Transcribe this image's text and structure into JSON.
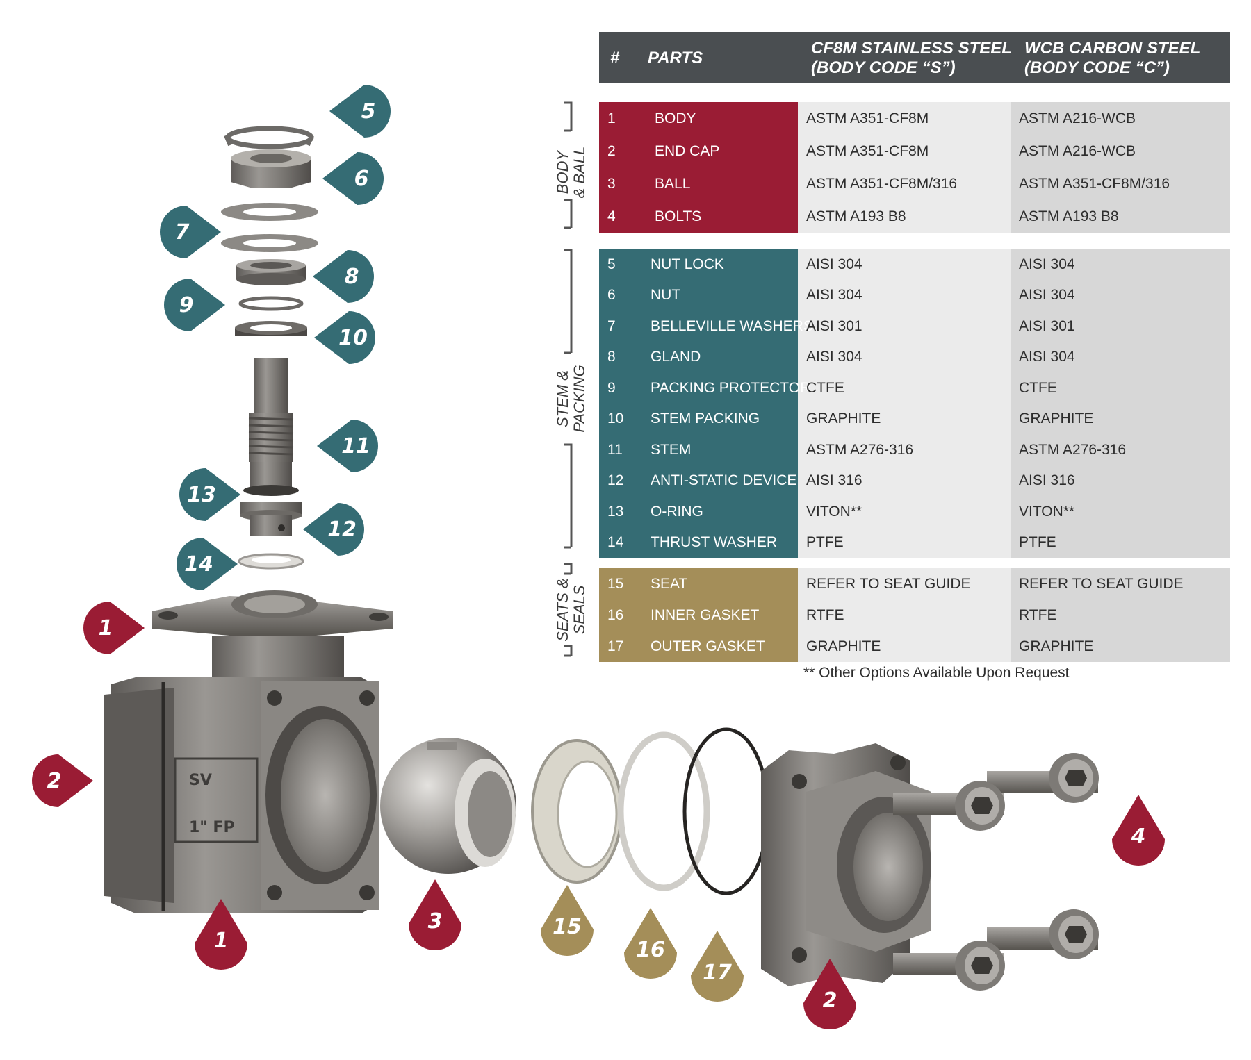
{
  "table": {
    "header": {
      "num": "#",
      "parts": "PARTS",
      "ss_line1": "CF8M STAINLESS STEEL",
      "ss_line2": "(BODY CODE “S”)",
      "cs_line1": "WCB CARBON STEEL",
      "cs_line2": "(BODY CODE “C”)"
    },
    "groups": [
      {
        "label_line1": "BODY",
        "label_line2": "& BALL",
        "color": "#9a1c34",
        "rows": [
          {
            "num": "1",
            "part": "BODY",
            "ss": "ASTM A351-CF8M",
            "cs": "ASTM A216-WCB"
          },
          {
            "num": "2",
            "part": "END CAP",
            "ss": "ASTM A351-CF8M",
            "cs": "ASTM A216-WCB"
          },
          {
            "num": "3",
            "part": "BALL",
            "ss": "ASTM A351-CF8M/316",
            "cs": "ASTM A351-CF8M/316"
          },
          {
            "num": "4",
            "part": "BOLTS",
            "ss": "ASTM A193 B8",
            "cs": "ASTM A193 B8"
          }
        ]
      },
      {
        "label_line1": "STEM &",
        "label_line2": "PACKING",
        "color": "#356c74",
        "rows": [
          {
            "num": "5",
            "part": "NUT LOCK",
            "ss": "AISI 304",
            "cs": "AISI 304"
          },
          {
            "num": "6",
            "part": "NUT",
            "ss": "AISI 304",
            "cs": "AISI 304"
          },
          {
            "num": "7",
            "part": "BELLEVILLE WASHERS",
            "ss": "AISI 301",
            "cs": "AISI 301"
          },
          {
            "num": "8",
            "part": "GLAND",
            "ss": "AISI 304",
            "cs": "AISI 304"
          },
          {
            "num": "9",
            "part": "PACKING PROTECTOR",
            "ss": "CTFE",
            "cs": "CTFE"
          },
          {
            "num": "10",
            "part": "STEM PACKING",
            "ss": "GRAPHITE",
            "cs": "GRAPHITE"
          },
          {
            "num": "11",
            "part": "STEM",
            "ss": "ASTM A276-316",
            "cs": "ASTM A276-316"
          },
          {
            "num": "12",
            "part": "ANTI-STATIC DEVICE",
            "ss": "AISI 316",
            "cs": "AISI 316"
          },
          {
            "num": "13",
            "part": "O-RING",
            "ss": "VITON**",
            "cs": "VITON**"
          },
          {
            "num": "14",
            "part": "THRUST WASHER",
            "ss": "PTFE",
            "cs": "PTFE"
          }
        ]
      },
      {
        "label_line1": "SEATS &",
        "label_line2": "SEALS",
        "color": "#a48e59",
        "rows": [
          {
            "num": "15",
            "part": "SEAT",
            "ss": "REFER TO SEAT GUIDE",
            "cs": "REFER TO SEAT GUIDE"
          },
          {
            "num": "16",
            "part": "INNER GASKET",
            "ss": "RTFE",
            "cs": "RTFE"
          },
          {
            "num": "17",
            "part": "OUTER GASKET",
            "ss": "GRAPHITE",
            "cs": "GRAPHITE"
          }
        ]
      }
    ],
    "footnote": "** Other Options Available Upon Request"
  },
  "callouts": [
    {
      "label": "5",
      "group": "teal",
      "point": "left"
    },
    {
      "label": "6",
      "group": "teal",
      "point": "left"
    },
    {
      "label": "7",
      "group": "teal",
      "point": "right"
    },
    {
      "label": "8",
      "group": "teal",
      "point": "left"
    },
    {
      "label": "9",
      "group": "teal",
      "point": "right"
    },
    {
      "label": "10",
      "group": "teal",
      "point": "left"
    },
    {
      "label": "11",
      "group": "teal",
      "point": "left"
    },
    {
      "label": "13",
      "group": "teal",
      "point": "right"
    },
    {
      "label": "12",
      "group": "teal",
      "point": "left"
    },
    {
      "label": "14",
      "group": "teal",
      "point": "right"
    },
    {
      "label": "1",
      "group": "red",
      "point": "right"
    },
    {
      "label": "2",
      "group": "red",
      "point": "right"
    },
    {
      "label": "1",
      "group": "red",
      "point": "up"
    },
    {
      "label": "3",
      "group": "red",
      "point": "up"
    },
    {
      "label": "15",
      "group": "gold",
      "point": "up"
    },
    {
      "label": "16",
      "group": "gold",
      "point": "up"
    },
    {
      "label": "17",
      "group": "gold",
      "point": "up"
    },
    {
      "label": "2",
      "group": "red",
      "point": "up"
    },
    {
      "label": "4",
      "group": "red",
      "point": "up"
    }
  ],
  "colors": {
    "red": "#9a1c34",
    "teal": "#356c74",
    "gold": "#a48e59",
    "header": "#4a4e51"
  },
  "valve_marking": {
    "logo": "SV",
    "size": "1\" FP"
  }
}
